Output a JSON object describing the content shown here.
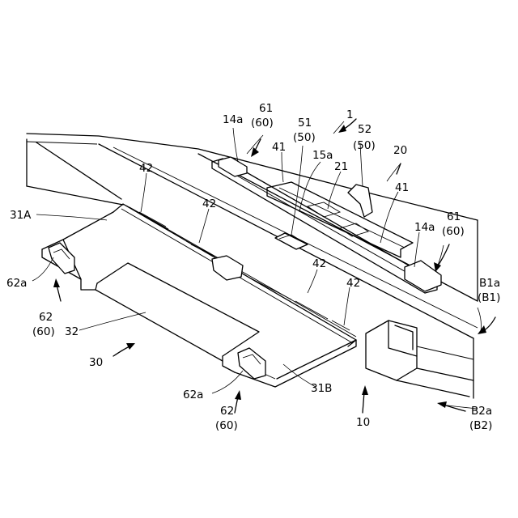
{
  "labels": {
    "ref_1": "1",
    "ref_61_top": "61",
    "ref_60_top": "(60)",
    "ref_14a_top": "14a",
    "ref_51": "51",
    "ref_50_51": "(50)",
    "ref_52": "52",
    "ref_50_52": "(50)",
    "ref_20": "20",
    "ref_41_left": "41",
    "ref_15a": "15a",
    "ref_21": "21",
    "ref_41_right": "41",
    "ref_42_a": "42",
    "ref_42_b": "42",
    "ref_42_c": "42",
    "ref_42_d": "42",
    "ref_31A": "31A",
    "ref_61_right": "61",
    "ref_60_right": "(60)",
    "ref_14a_right": "14a",
    "ref_B1a": "B1a",
    "ref_B1": "(B1)",
    "ref_62a_left": "62a",
    "ref_62_left": "62",
    "ref_60_left": "(60)",
    "ref_32": "32",
    "ref_30": "30",
    "ref_62a_bottom": "62a",
    "ref_62_bottom": "62",
    "ref_60_bottom": "(60)",
    "ref_31B": "31B",
    "ref_10": "10",
    "ref_B2a": "B2a",
    "ref_B2": "(B2)"
  }
}
